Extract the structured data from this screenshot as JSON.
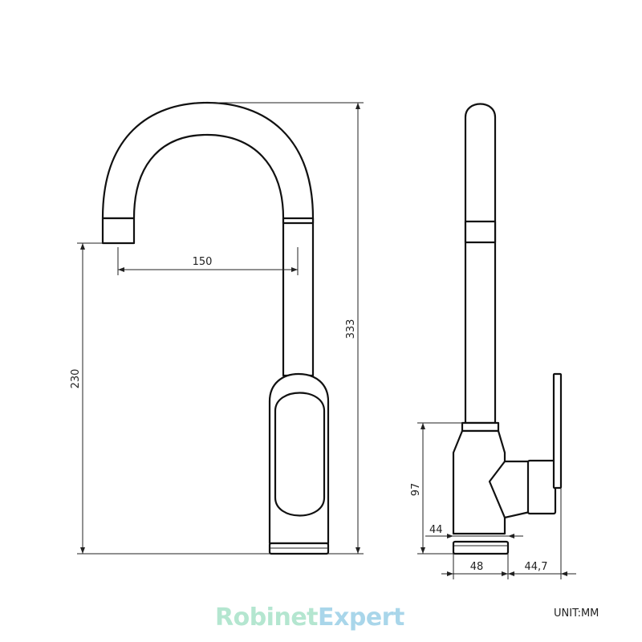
{
  "dimensions": {
    "reach": "150",
    "total_height": "333",
    "spout_height": "230",
    "body_height": "97",
    "base_height": "44",
    "body_width": "48",
    "handle_depth": "44,7"
  },
  "brand": {
    "part1": "Robinet",
    "part2": "Expert"
  },
  "unit_label": "UNIT:MM",
  "colors": {
    "line": "#111111",
    "brand_part1": "#b4e6d0",
    "brand_part2": "#a9d6ea"
  }
}
